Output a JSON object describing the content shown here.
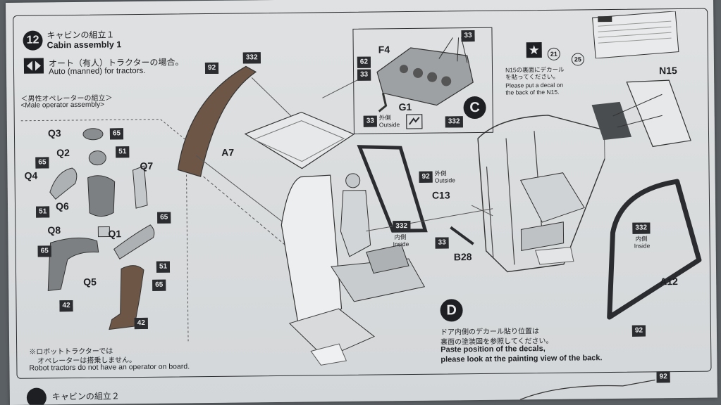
{
  "step": {
    "number": "12",
    "title_ja": "キャビンの組立１",
    "title_en": "Cabin assembly 1",
    "auto_note_ja": "オート（有人）トラクターの場合。",
    "auto_note_en": "Auto (manned) for tractors."
  },
  "operator": {
    "heading_ja": "＜男性オペレーターの組立＞",
    "heading_en": "<Male operator assembly>",
    "parts": {
      "q3": "Q3",
      "q2": "Q2",
      "q7": "Q7",
      "q4": "Q4",
      "q6": "Q6",
      "q8": "Q8",
      "q1": "Q1",
      "q5": "Q5"
    },
    "paints": {
      "p65a": "65",
      "p51a": "51",
      "p65b": "65",
      "p51b": "51",
      "p65c": "65",
      "p65d": "65",
      "p51c": "51",
      "p65e": "65",
      "p42a": "42",
      "p42b": "42"
    },
    "robot_note_ja_1": "※ロボットトラクターでは",
    "robot_note_ja_2": "オペレーターは搭乗しません。",
    "robot_note_en": "Robot tractors do not have an operator on board."
  },
  "cabin": {
    "paint_332_a7": "332",
    "paint_92_a7": "92",
    "a7_label": "A7",
    "paint_92_c13": "92",
    "outside_ja": "外側",
    "outside_en": "Outside",
    "c13_label": "C13",
    "paint_332_inside": "332",
    "inside_ja": "内側",
    "inside_en": "Inside",
    "paint_33_b28": "33",
    "b28_label": "B28"
  },
  "inset_c": {
    "f4_label": "F4",
    "paint_33_top": "33",
    "paint_62": "62",
    "paint_33_left": "33",
    "g1_label": "G1",
    "paint_33_g1": "33",
    "outside_ja": "外側",
    "outside_en": "Outside",
    "paint_332": "332",
    "badge": "C"
  },
  "decal": {
    "star": "★",
    "num21": "21",
    "num25": "25",
    "note_ja_1": "N15の裏面にデカール",
    "note_ja_2": "を貼ってください。",
    "note_en_1": "Please put a decal on",
    "note_en_2": "the back of the N15.",
    "n15_label": "N15"
  },
  "door": {
    "paint_332": "332",
    "inside_ja": "内側",
    "inside_en": "Inside",
    "a12_label": "A12",
    "paint_92": "92"
  },
  "note_d": {
    "badge": "D",
    "ja_1": "ドア内側のデカール貼り位置は",
    "ja_2": "裏面の塗装図を参照してください。",
    "en_1": "Paste position of the decals,",
    "en_2": "please look at the painting view of the back."
  },
  "next_step": {
    "title_ja": "キャビンの組立２",
    "paint_92": "92"
  }
}
